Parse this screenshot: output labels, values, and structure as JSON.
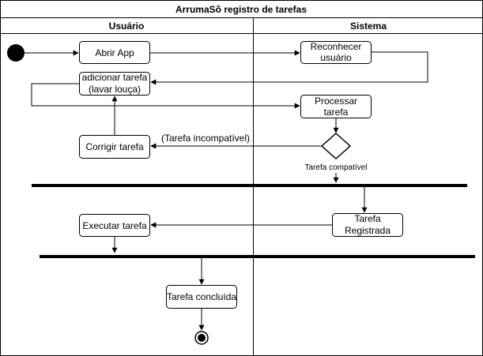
{
  "diagram": {
    "title": "ArrumaSô registro de tarefas",
    "lanes": {
      "left": "Usuário",
      "right": "Sistema"
    },
    "nodes": {
      "abrir_app": "Abrir App",
      "reconhecer_usuario": [
        "Reconhecer",
        "usuário"
      ],
      "adicionar_tarefa": [
        "adicionar tarefa",
        "(lavar louça)"
      ],
      "processar_tarefa": [
        "Processar",
        "tarefa"
      ],
      "corrigir_tarefa": "Corrigir tarefa",
      "executar_tarefa": "Executar tarefa",
      "tarefa_registrada": [
        "Tarefa",
        "Registrada"
      ],
      "tarefa_concluida": "Tarefa concluída"
    },
    "edge_labels": {
      "incompativel": "(Tarefa incompatível)",
      "compativel": "Tarefa compatível"
    }
  }
}
